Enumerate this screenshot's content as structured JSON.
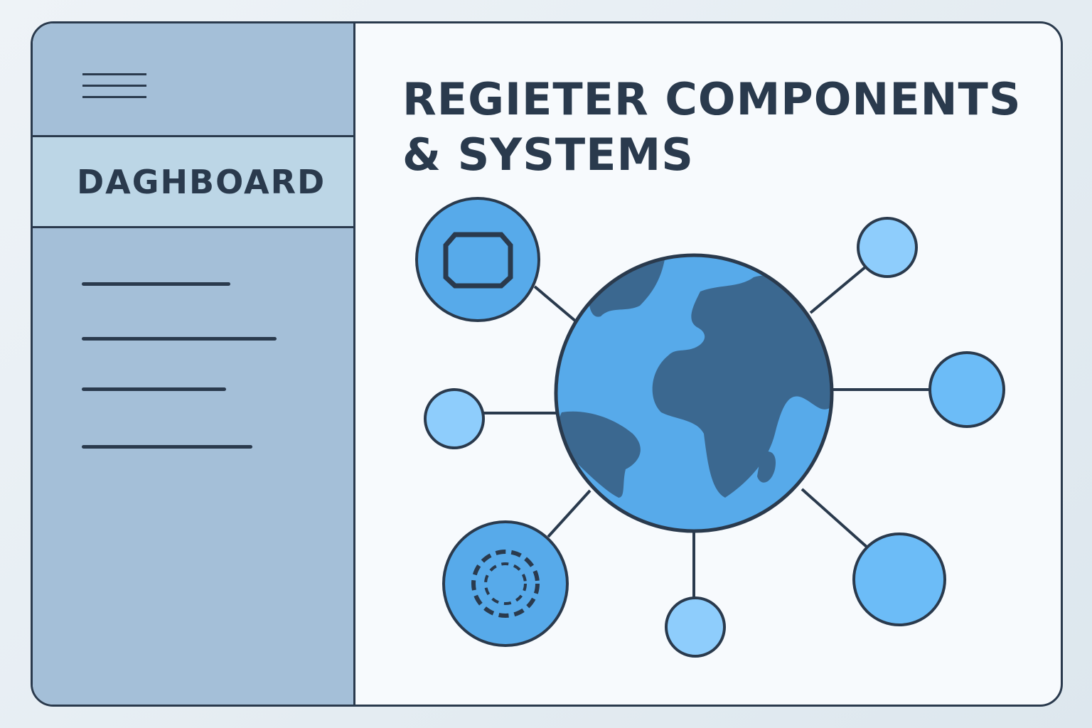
{
  "sidebar": {
    "menu_icon": "hamburger-icon",
    "active_item": "DAGHBOARD",
    "placeholder_items": 4
  },
  "main": {
    "title_line1": "REGIETER COMPONENTS",
    "title_line2": "& SYSTEMS",
    "diagram": {
      "center": "globe-icon",
      "nodes": [
        "chip-node",
        "small-node",
        "medium-node",
        "small-node",
        "ring-node",
        "small-node",
        "large-node"
      ]
    }
  },
  "colors": {
    "stroke": "#2a3a4d",
    "sidebar": "#a4bfd8",
    "active": "#bcd6e6",
    "globe_ocean": "#57aaea",
    "globe_land": "#3b6890",
    "node_light": "#8ecdfc"
  }
}
